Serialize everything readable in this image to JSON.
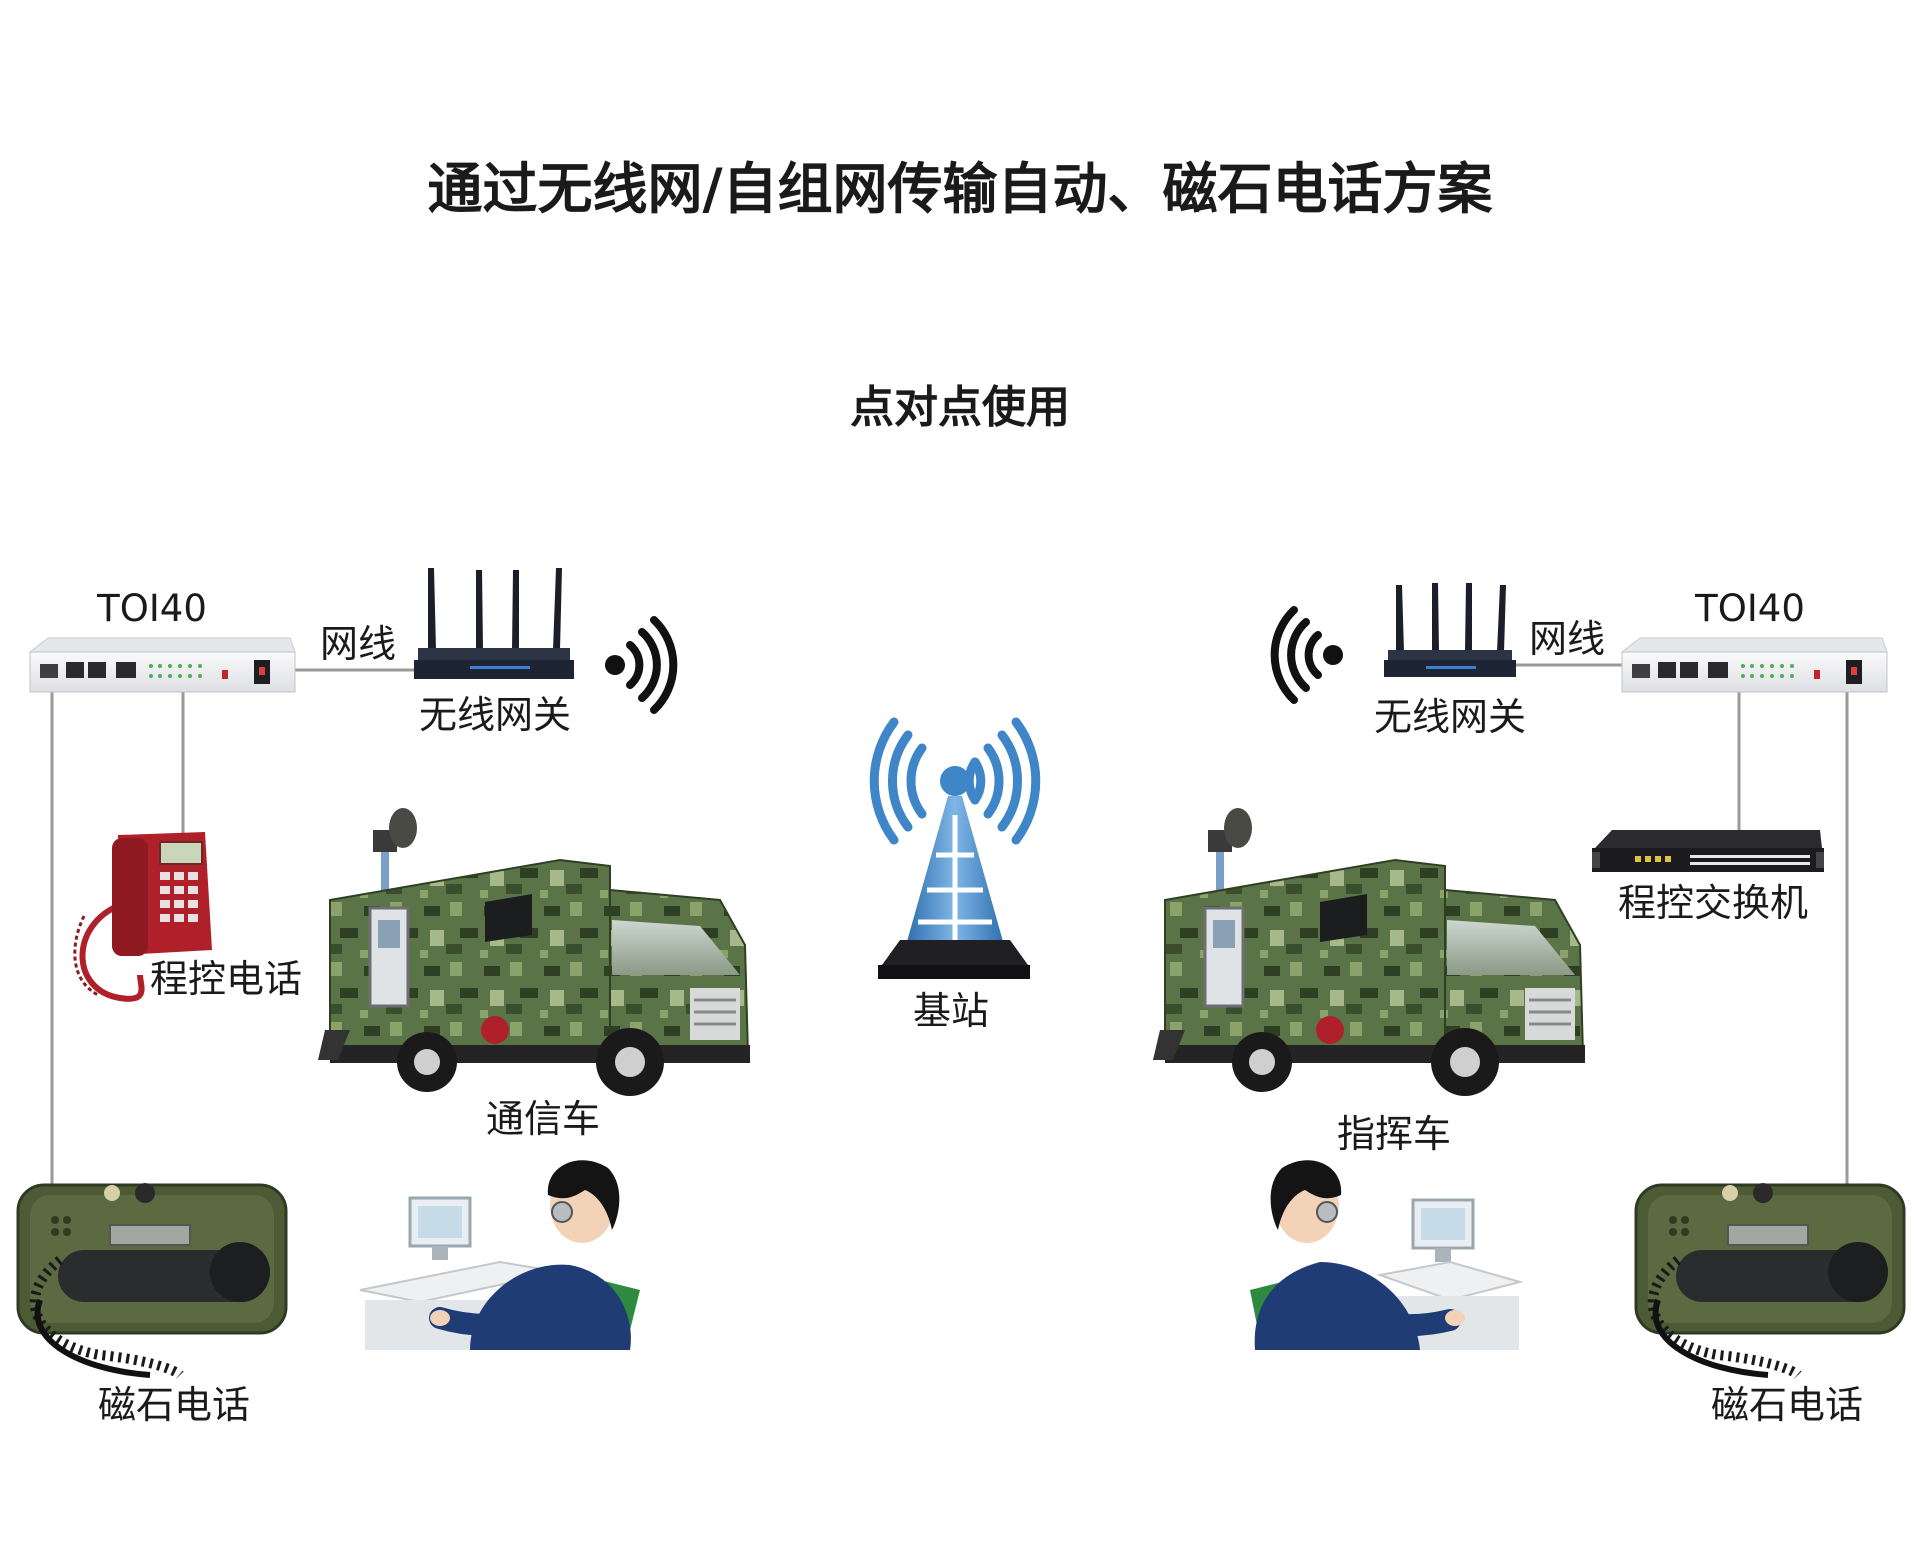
{
  "title": "通过无线网/自组网传输自动、磁石电话方案",
  "subtitle": "点对点使用",
  "labels": {
    "left_device": "TOI40",
    "right_device": "TOI40",
    "left_cable": "网线",
    "right_cable": "网线",
    "left_gateway": "无线网关",
    "right_gateway": "无线网关",
    "program_phone": "程控电话",
    "pbx": "程控交换机",
    "base_station": "基站",
    "comm_truck": "通信车",
    "command_truck": "指挥车",
    "left_magneto_phone": "磁石电话",
    "right_magneto_phone": "磁石电话"
  },
  "colors": {
    "device_body": "#f1f1f3",
    "router": "#1d2433",
    "camo_green": "#4f6b3b",
    "phone_red": "#b0202a",
    "tower_blue": "#3f86c8",
    "field_phone": "#4c5a36",
    "operator_shirt": "#1f3c75"
  }
}
